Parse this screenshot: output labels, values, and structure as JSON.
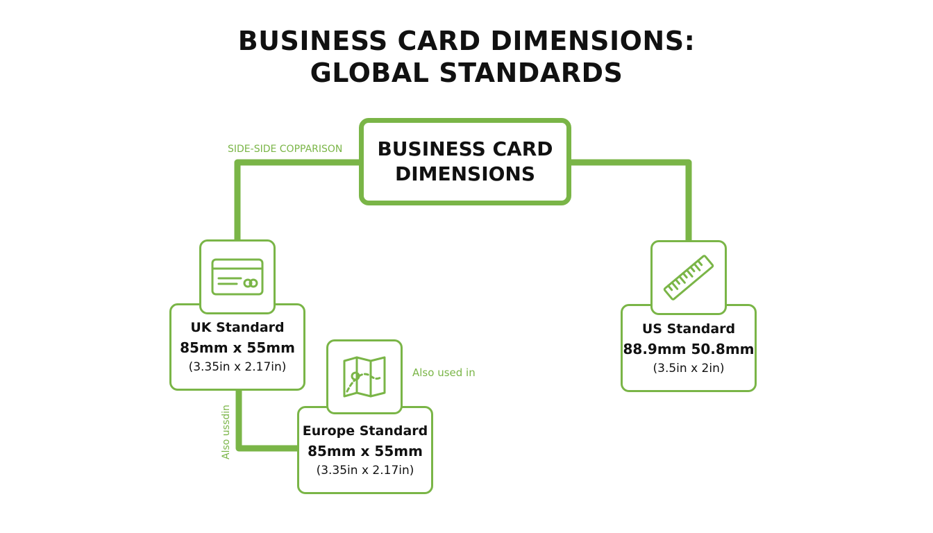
{
  "title": {
    "line1": "BUSINESS CARD DIMENSIONS:",
    "line2": "GLOBAL STANDARDS"
  },
  "center": {
    "line1": "BUSINESS CARD",
    "line2": "DIMENSIONS"
  },
  "labels": {
    "side_comparison": "SIDE-SIDE COPPARISON",
    "also_used_in": "Also used in",
    "also_used_vertical": "Also ussdin"
  },
  "standards": {
    "uk": {
      "name": "UK Standard",
      "mm": "85mm x 55mm",
      "inches": "(3.35in x 2.17in)",
      "icon": "credit-card-icon"
    },
    "europe": {
      "name": "Europe Standard",
      "mm": "85mm x 55mm",
      "inches": "(3.35in x 2.17in)",
      "icon": "map-icon"
    },
    "us": {
      "name": "US Standard",
      "mm": "88.9mm 50.8mm",
      "inches": "(3.5in x 2in)",
      "icon": "ruler-icon"
    }
  },
  "colors": {
    "accent": "#7ab547",
    "text": "#111111",
    "background": "#ffffff"
  }
}
